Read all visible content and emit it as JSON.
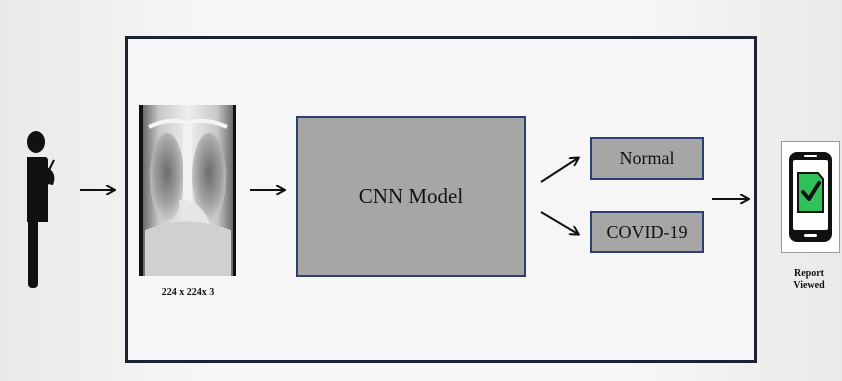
{
  "diagram": {
    "input_size_label": "224 x 224x 3",
    "model_label": "CNN Model",
    "outputs": [
      "Normal",
      "COVID-19"
    ],
    "report_label_line1": "Report",
    "report_label_line2": "Viewed"
  },
  "icons": {
    "user": "person-with-phone-icon",
    "input": "chest-xray-image",
    "report": "phone-checkmark-icon"
  },
  "colors": {
    "frame_border": "#1b2232",
    "box_fill": "#a6a6a6",
    "box_border": "#2e3f73",
    "check_green": "#2fc25b"
  }
}
